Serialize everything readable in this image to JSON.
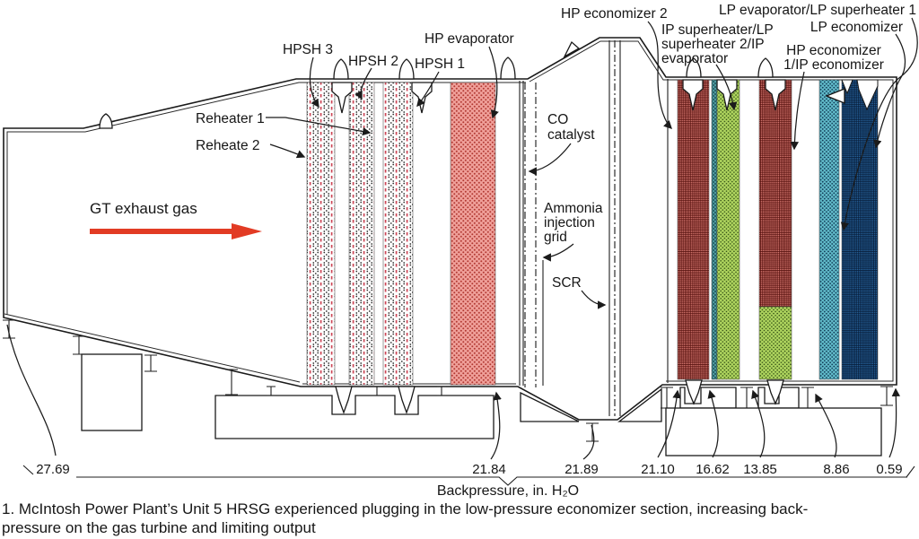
{
  "labels": {
    "gt_exhaust": "GT exhaust gas",
    "hpsh3": "HPSH 3",
    "hpsh2": "HPSH 2",
    "hpsh1": "HPSH 1",
    "hp_evaporator": "HP evaporator",
    "reheater1": "Reheater 1",
    "reheater2": "Reheate 2",
    "co_catalyst": [
      "CO",
      "catalyst"
    ],
    "ammonia_grid": [
      "Ammonia",
      "injection",
      "grid"
    ],
    "scr": "SCR",
    "hp_economizer2": "HP economizer 2",
    "ip_superheater": [
      "IP superheater/LP",
      "superheater 2/IP",
      "evaporator"
    ],
    "lp_evaporator": "LP evaporator/LP superheater 1",
    "lp_economizer": "LP economizer",
    "hp_economizer1": [
      "HP economizer",
      "1/IP economizer"
    ]
  },
  "backpressure": {
    "axis_label": "Backpressure, in. H₂O",
    "values": [
      "27.69",
      "21.84",
      "21.89",
      "21.10",
      "16.62",
      "13.85",
      "8.86",
      "0.59"
    ]
  },
  "caption": {
    "line1": "1. McIntosh Power Plant’s Unit 5 HRSG experienced plugging in the low-pressure economizer section, increasing back-",
    "line2": "pressure on the gas turbine and limiting output"
  },
  "colors": {
    "flow_arrow_red": "#e23b24",
    "red_dash": "#cc4757",
    "bank_salmon": "#f0a09a",
    "bank_red": "#e4837b",
    "bank_green": "#aed45e",
    "bank_teal": "#4d9aa0",
    "bank_light_blue": "#62bccb",
    "bank_dark_blue": "#2a6aa6"
  }
}
